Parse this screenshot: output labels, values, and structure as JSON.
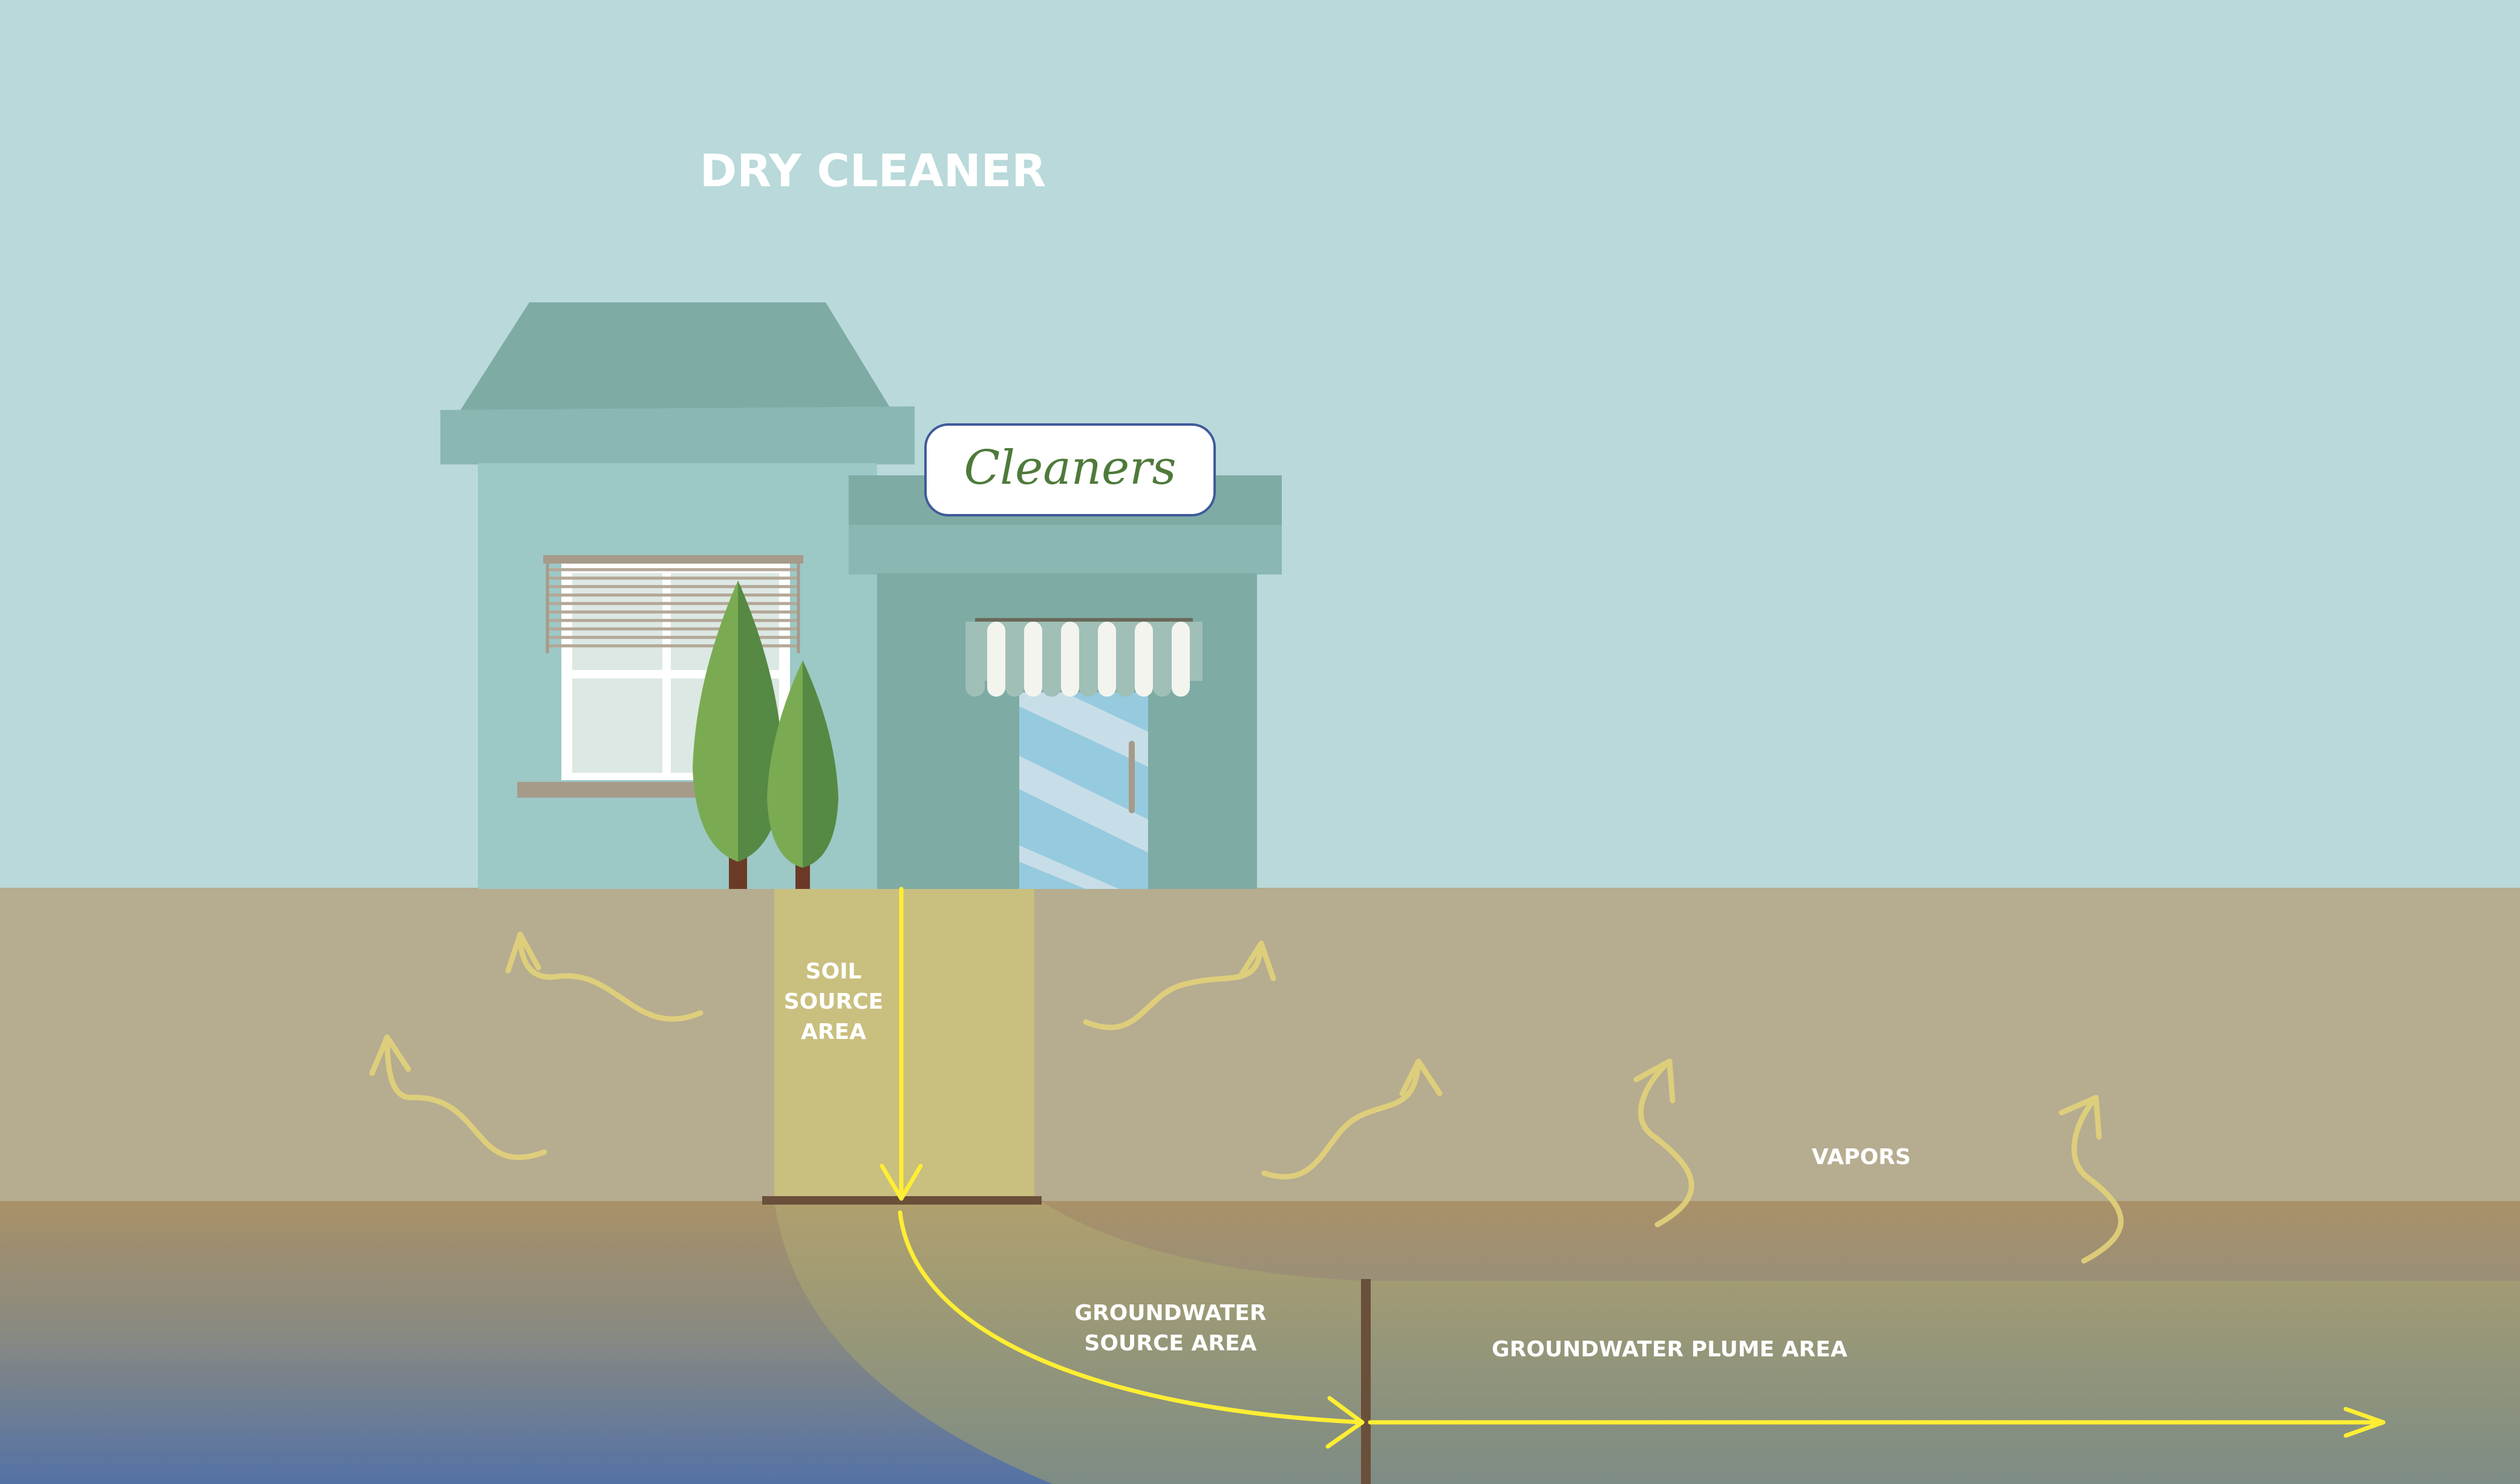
{
  "title": "DRY CLEANER",
  "sign_text": "Cleaners",
  "labels": {
    "soil_source": [
      "SOIL",
      "SOURCE",
      "AREA"
    ],
    "groundwater_source": [
      "GROUNDWATER",
      "SOURCE AREA"
    ],
    "groundwater_plume": "GROUNDWATER PLUME AREA",
    "vapors": "VAPORS"
  },
  "colors": {
    "sky": "#b9d9da",
    "soil": "#b6ac90",
    "soil_source": "#c9bf7f",
    "flow_arrow": "#ffee33",
    "vapor_arrow": "#e2d27a",
    "sign_text": "#4e7a3a"
  }
}
